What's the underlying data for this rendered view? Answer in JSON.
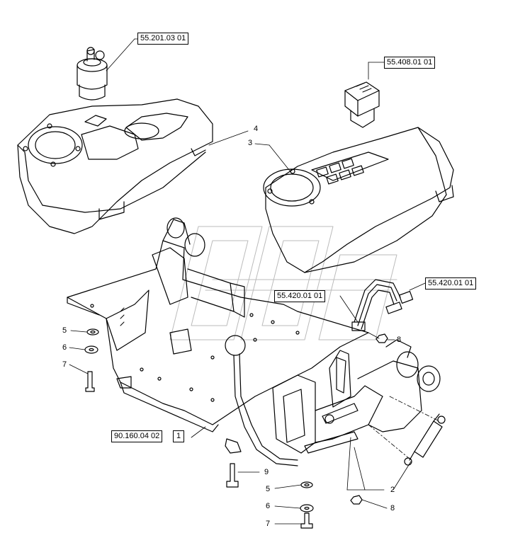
{
  "references": {
    "ignition_switch": "55.201.03 01",
    "rocker_switch": "55.408.01 01",
    "harness_right": "55.420.01 01",
    "harness_center": "55.420.01 01",
    "platform": "90.160.04 02"
  },
  "callouts": {
    "c1": "1",
    "c2": "2",
    "c3": "3",
    "c4": "4",
    "c5a": "5",
    "c6a": "6",
    "c7a": "7",
    "c8a": "8",
    "c9": "9",
    "c5b": "5",
    "c6b": "6",
    "c7b": "7",
    "c8b": "8"
  }
}
